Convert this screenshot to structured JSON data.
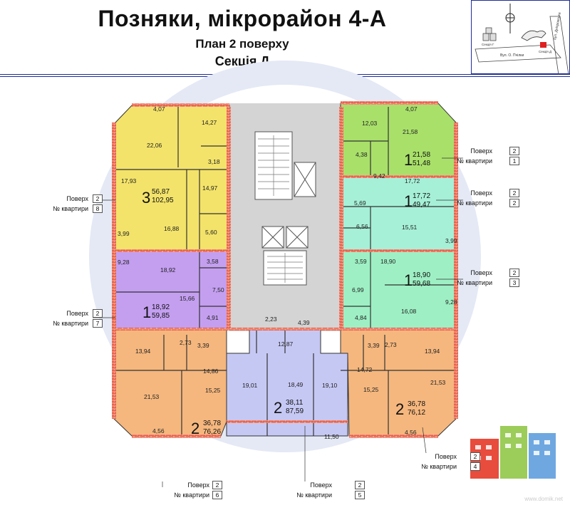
{
  "header": {
    "title": "Позняки, мікрорайон 4-А",
    "subtitle": "План 2 поверху",
    "section": "Секція Д"
  },
  "labels": {
    "floor": "Поверх",
    "apt_no": "№ квартири"
  },
  "map_labels": {
    "street_a": "Вул. О. Пчілки",
    "street_b": "вул. Дніпровська",
    "sect_g": "Секція Г",
    "sect_d": "Секція Д"
  },
  "apartments": [
    {
      "id": "a1",
      "rooms": "1",
      "living": "21,58",
      "total": "51,48",
      "floor": "2",
      "number": "1",
      "color": "#a9e06a"
    },
    {
      "id": "a2",
      "rooms": "1",
      "living": "17,72",
      "total": "49,47",
      "floor": "2",
      "number": "2",
      "color": "#a6f0d8"
    },
    {
      "id": "a3",
      "rooms": "1",
      "living": "18,90",
      "total": "59,68",
      "floor": "2",
      "number": "3",
      "color": "#9ef0c4"
    },
    {
      "id": "a4",
      "rooms": "2",
      "living": "36,78",
      "total": "76,12",
      "floor": "2",
      "number": "4",
      "color": "#f5b77e"
    },
    {
      "id": "a5",
      "rooms": "2",
      "living": "38,11",
      "total": "87,59",
      "floor": "2",
      "number": "5",
      "color": "#c6c8f4"
    },
    {
      "id": "a6",
      "rooms": "2",
      "living": "36,78",
      "total": "76,26",
      "floor": "2",
      "number": "6",
      "color": "#f5b77e"
    },
    {
      "id": "a7",
      "rooms": "1",
      "living": "18,92",
      "total": "59,85",
      "floor": "2",
      "number": "7",
      "color": "#c49ff0"
    },
    {
      "id": "a8",
      "rooms": "3",
      "living": "56,87",
      "total": "102,95",
      "floor": "2",
      "number": "8",
      "color": "#f3e36a"
    }
  ],
  "room_areas": {
    "r1": "4,07",
    "r2": "14,27",
    "r3": "22,06",
    "r4": "3,18",
    "r5": "17,93",
    "r6": "14,97",
    "r7": "3,99",
    "r8": "16,88",
    "r9": "5,60",
    "r10": "9,28",
    "r11": "18,92",
    "r12": "3,58",
    "r13": "7,50",
    "r14": "15,66",
    "r15": "4,91",
    "r16": "2,73",
    "r17": "3,39",
    "r18": "13,94",
    "r19": "14,86",
    "r20": "15,25",
    "r21": "21,53",
    "r22": "4,56",
    "r23": "2,23",
    "r24": "4,39",
    "r25": "12,87",
    "r26": "19,01",
    "r27": "18,49",
    "r28": "19,10",
    "r29": "11,50",
    "r30": "3,39",
    "r31": "2,73",
    "r32": "13,94",
    "r33": "14,72",
    "r34": "21,53",
    "r35": "15,25",
    "r36": "4,56",
    "r37": "4,07",
    "r38": "12,03",
    "r39": "21,58",
    "r40": "4,38",
    "r41": "9,42",
    "r42": "5,69",
    "r43": "6,56",
    "r44": "15,51",
    "r45": "3,99",
    "r46": "17,72",
    "r47": "3,59",
    "r48": "18,90",
    "r49": "6,99",
    "r50": "9,28",
    "r51": "4,84",
    "r52": "16,08"
  },
  "watermark": "www.domik.net"
}
